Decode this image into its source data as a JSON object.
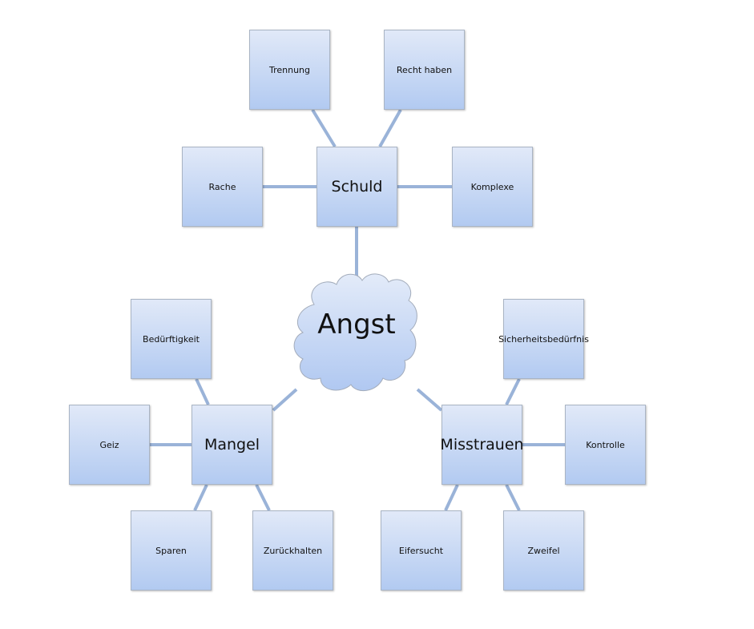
{
  "center": {
    "label": "Angst"
  },
  "nodes": [
    {
      "id": "schuld",
      "label": "Schuld",
      "main": true
    },
    {
      "id": "trennung",
      "label": "Trennung"
    },
    {
      "id": "recht-haben",
      "label": "Recht haben"
    },
    {
      "id": "rache",
      "label": "Rache"
    },
    {
      "id": "komplexe",
      "label": "Komplexe"
    },
    {
      "id": "mangel",
      "label": "Mangel",
      "main": true
    },
    {
      "id": "beduerftigkeit",
      "label": "Bedürftigkeit"
    },
    {
      "id": "geiz",
      "label": "Geiz"
    },
    {
      "id": "sparen",
      "label": "Sparen"
    },
    {
      "id": "zurueckhalten",
      "label": "Zurückhalten"
    },
    {
      "id": "misstrauen",
      "label": "Misstrauen",
      "main": true
    },
    {
      "id": "sicherheitsbeduerfnis",
      "label": "Sicherheitsbedürfnis"
    },
    {
      "id": "kontrolle",
      "label": "Kontrolle"
    },
    {
      "id": "eifersucht",
      "label": "Eifersucht"
    },
    {
      "id": "zweifel",
      "label": "Zweifel"
    }
  ],
  "colors": {
    "line": "#9ab3d8",
    "box_top": "#e1e9f8",
    "box_bottom": "#b2caf1"
  }
}
